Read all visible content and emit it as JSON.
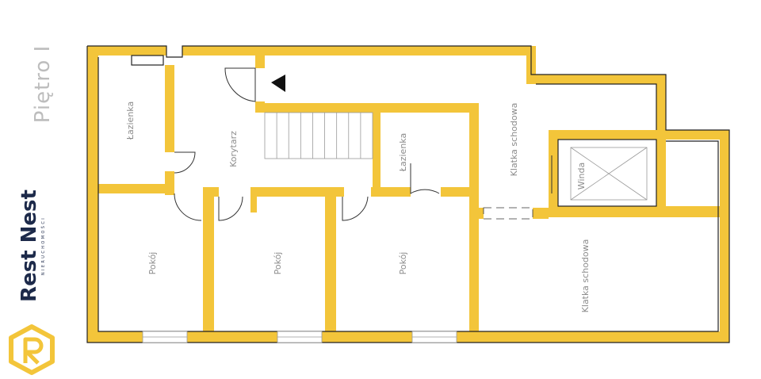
{
  "floor": {
    "label": "Piętro I"
  },
  "brand": {
    "name": "Rest Nest",
    "subtitle": "NIERUCHOMOŚCI"
  },
  "rooms": {
    "bath_left": "Łazienka",
    "corridor": "Korytarz",
    "bath_right": "Łazienka",
    "staircase_top": "Klatka schodowa",
    "elevator": "Winda",
    "room_1": "Pokój",
    "room_2": "Pokój",
    "room_3": "Pokój",
    "staircase_bottom": "Klatka schodowa"
  },
  "colors": {
    "wall": "#f3c53a",
    "outline": "#222222",
    "text": "#8c8c8c",
    "brand": "#1d2a4a"
  }
}
